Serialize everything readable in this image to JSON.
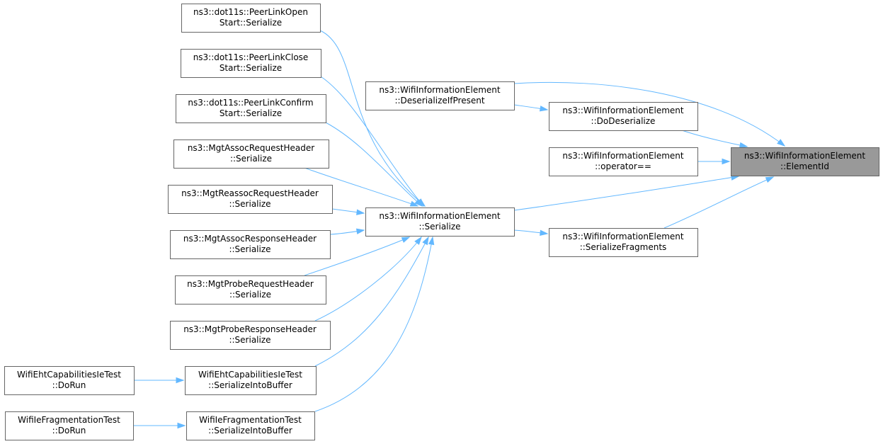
{
  "graph": {
    "nodes": [
      {
        "id": "root",
        "line1": "ns3::WifiInformationElement",
        "line2": "::ElementId",
        "highlight": true,
        "interactable": false
      },
      {
        "id": "deserializeIfPresent",
        "line1": "ns3::WifiInformationElement",
        "line2": "::DeserializeIfPresent"
      },
      {
        "id": "doDeserialize",
        "line1": "ns3::WifiInformationElement",
        "line2": "::DoDeserialize"
      },
      {
        "id": "operatorEq",
        "line1": "ns3::WifiInformationElement",
        "line2": "::operator=="
      },
      {
        "id": "serialize",
        "line1": "ns3::WifiInformationElement",
        "line2": "::Serialize"
      },
      {
        "id": "serializeFragments",
        "line1": "ns3::WifiInformationElement",
        "line2": "::SerializeFragments"
      },
      {
        "id": "peerLinkOpen",
        "line1": "ns3::dot11s::PeerLinkOpen",
        "line2": "Start::Serialize"
      },
      {
        "id": "peerLinkClose",
        "line1": "ns3::dot11s::PeerLinkClose",
        "line2": "Start::Serialize"
      },
      {
        "id": "peerLinkConfirm",
        "line1": "ns3::dot11s::PeerLinkConfirm",
        "line2": "Start::Serialize"
      },
      {
        "id": "assocRequest",
        "line1": "ns3::MgtAssocRequestHeader",
        "line2": "::Serialize"
      },
      {
        "id": "reassocRequest",
        "line1": "ns3::MgtReassocRequestHeader",
        "line2": "::Serialize"
      },
      {
        "id": "assocResponse",
        "line1": "ns3::MgtAssocResponseHeader",
        "line2": "::Serialize"
      },
      {
        "id": "probeRequest",
        "line1": "ns3::MgtProbeRequestHeader",
        "line2": "::Serialize"
      },
      {
        "id": "probeResponse",
        "line1": "ns3::MgtProbeResponseHeader",
        "line2": "::Serialize"
      },
      {
        "id": "ehtSerializeIntoBuffer",
        "line1": "WifiEhtCapabilitiesIeTest",
        "line2": "::SerializeIntoBuffer"
      },
      {
        "id": "fragSerializeIntoBuffer",
        "line1": "WifiIeFragmentationTest",
        "line2": "::SerializeIntoBuffer"
      },
      {
        "id": "ehtDoRun",
        "line1": "WifiEhtCapabilitiesIeTest",
        "line2": "::DoRun"
      },
      {
        "id": "fragDoRun",
        "line1": "WifiIeFragmentationTest",
        "line2": "::DoRun"
      }
    ],
    "edges": [
      {
        "from": "deserializeIfPresent",
        "to": "root"
      },
      {
        "from": "deserializeIfPresent",
        "to": "doDeserialize"
      },
      {
        "from": "doDeserialize",
        "to": "root"
      },
      {
        "from": "operatorEq",
        "to": "root"
      },
      {
        "from": "serialize",
        "to": "root"
      },
      {
        "from": "serialize",
        "to": "serializeFragments"
      },
      {
        "from": "serializeFragments",
        "to": "root"
      },
      {
        "from": "peerLinkOpen",
        "to": "serialize"
      },
      {
        "from": "peerLinkClose",
        "to": "serialize"
      },
      {
        "from": "peerLinkConfirm",
        "to": "serialize"
      },
      {
        "from": "assocRequest",
        "to": "serialize"
      },
      {
        "from": "reassocRequest",
        "to": "serialize"
      },
      {
        "from": "assocResponse",
        "to": "serialize"
      },
      {
        "from": "probeRequest",
        "to": "serialize"
      },
      {
        "from": "probeResponse",
        "to": "serialize"
      },
      {
        "from": "ehtSerializeIntoBuffer",
        "to": "serialize"
      },
      {
        "from": "fragSerializeIntoBuffer",
        "to": "serialize"
      },
      {
        "from": "ehtDoRun",
        "to": "ehtSerializeIntoBuffer"
      },
      {
        "from": "fragDoRun",
        "to": "fragSerializeIntoBuffer"
      }
    ],
    "colors": {
      "edge": "#63b8ff",
      "node_border": "#666666",
      "root_fill": "#999999",
      "node_fill": "#ffffff"
    }
  }
}
